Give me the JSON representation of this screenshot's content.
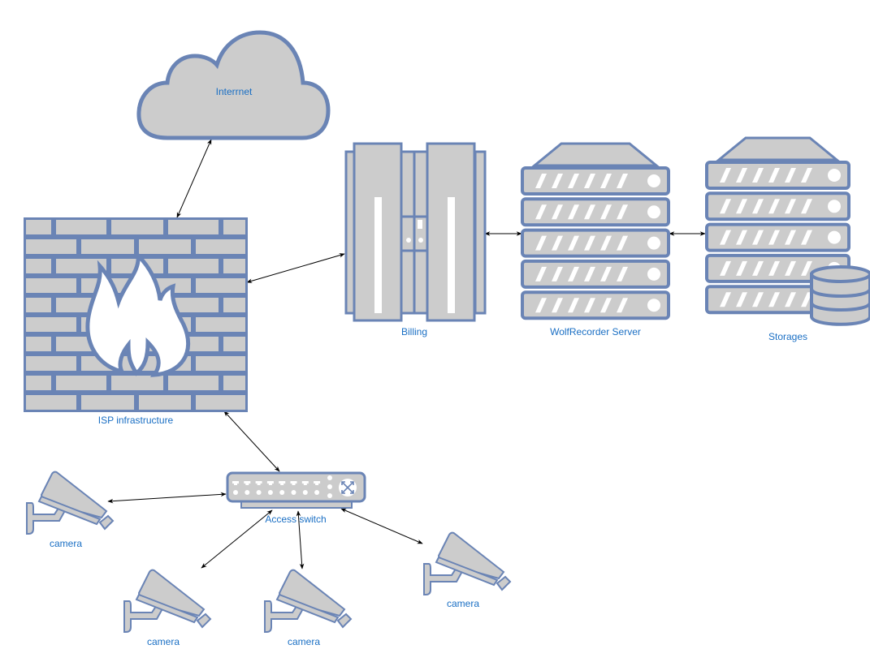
{
  "diagram": {
    "colors": {
      "outline": "#6a84b5",
      "fill": "#cccccc",
      "label": "#1a6fc4",
      "edge": "#000000"
    },
    "nodes": {
      "internet": {
        "label": "Interrnet",
        "icon": "cloud-icon"
      },
      "isp": {
        "label": "ISP infrastructure",
        "icon": "firewall-icon"
      },
      "billing": {
        "label": "Billing",
        "icon": "mainframe-icon"
      },
      "wolfrecorder": {
        "label": "WolfRecorder Server",
        "icon": "server-rack-icon"
      },
      "storages": {
        "label": "Storages",
        "icon": "storage-server-icon"
      },
      "switch": {
        "label": "Access switch",
        "icon": "network-switch-icon"
      },
      "camera1": {
        "label": "camera",
        "icon": "cctv-camera-icon"
      },
      "camera2": {
        "label": "camera",
        "icon": "cctv-camera-icon"
      },
      "camera3": {
        "label": "camera",
        "icon": "cctv-camera-icon"
      },
      "camera4": {
        "label": "camera",
        "icon": "cctv-camera-icon"
      }
    },
    "edges": [
      {
        "from": "internet",
        "to": "isp",
        "direction": "both"
      },
      {
        "from": "isp",
        "to": "billing",
        "direction": "both"
      },
      {
        "from": "billing",
        "to": "wolfrecorder",
        "direction": "both"
      },
      {
        "from": "wolfrecorder",
        "to": "storages",
        "direction": "both"
      },
      {
        "from": "isp",
        "to": "switch",
        "direction": "both"
      },
      {
        "from": "switch",
        "to": "camera1",
        "direction": "both"
      },
      {
        "from": "switch",
        "to": "camera2",
        "direction": "both"
      },
      {
        "from": "switch",
        "to": "camera3",
        "direction": "both"
      },
      {
        "from": "switch",
        "to": "camera4",
        "direction": "both"
      }
    ]
  }
}
